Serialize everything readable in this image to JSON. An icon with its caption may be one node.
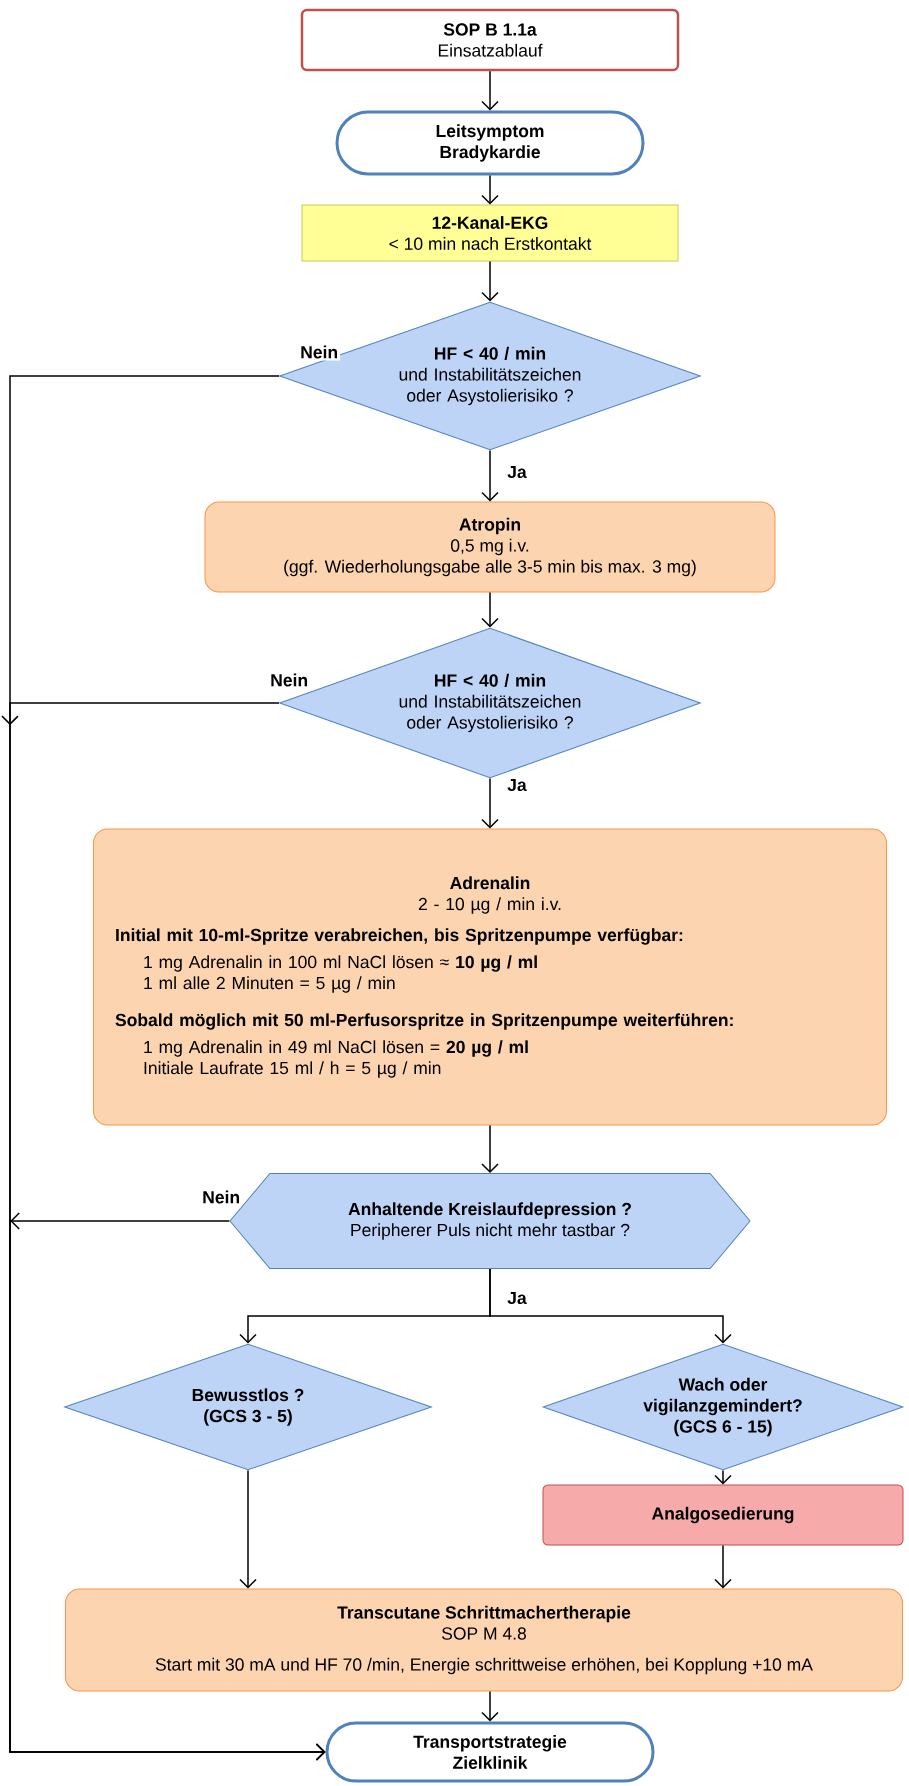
{
  "diagram": {
    "nodes": [
      {
        "text": [
          "SOP B 1.1a",
          "Einsatzablauf"
        ]
      },
      {
        "text": [
          "Leitsymptom",
          "Bradykardie"
        ]
      },
      {
        "text": [
          "12-Kanal-EKG",
          "< 10 min nach Erstkontakt"
        ]
      },
      {
        "text": [
          "HF < 40 / min",
          "und Instabilitätszeichen oder Asystolierisiko ?"
        ]
      },
      {
        "text": [
          "Atropin",
          "0,5 mg i.v.",
          "(ggf. Wiederholungsgabe alle 3-5 min bis max. 3 mg)"
        ]
      },
      {
        "text": [
          "HF < 40 / min",
          "und Instabilitätszeichen oder Asystolierisiko ?"
        ]
      },
      {
        "text": [
          "Adrenalin",
          "2 - 10 µg / min i.v.",
          "Initial mit 10-ml-Spritze verabreichen, bis Spritzenpumpe verfügbar:",
          "1 mg Adrenalin in 100 ml NaCl lösen ≈ **10 µg / ml**",
          "1 ml alle 2 Minuten = 5 µg / min",
          "Sobald möglich mit 50 ml-Perfusorspritze in Spritzenpumpe weiterführen:",
          "1 mg Adrenalin in 49 ml NaCl lösen = **20 µg / ml**",
          "Initiale Laufrate 15 ml / h = 5 µg / min"
        ]
      },
      {
        "text": [
          "Anhaltende Kreislaufdepression ?",
          "Peripherer Puls nicht mehr tastbar ?"
        ]
      },
      {
        "text": [
          "Bewusstlos ?",
          "(GCS 3 - 5)"
        ]
      },
      {
        "text": [
          "Wach oder",
          "vigilanzgemindert?",
          "(GCS 6 - 15)"
        ]
      },
      {
        "text": [
          "Analgosedierung"
        ]
      },
      {
        "text": [
          "Transcutane Schrittmachertherapie",
          "SOP M 4.8",
          "Start mit 30 mA und HF 70 /min, Energie schrittweise erhöhen, bei Kopplung +10 mA"
        ]
      },
      {
        "text": [
          "Transportstrategie",
          "Zielklinik"
        ]
      }
    ],
    "edges": [
      {
        "from": 0,
        "to": 1,
        "arrow": "to"
      },
      {
        "from": 1,
        "to": 2,
        "arrow": "to"
      },
      {
        "from": 2,
        "to": 3,
        "arrow": "to"
      },
      {
        "from": 3,
        "to": 4,
        "arrow": "to",
        "label": "Ja"
      },
      {
        "from": 3,
        "to": 12,
        "arrow": "to",
        "label": "Nein"
      },
      {
        "from": 4,
        "to": 5,
        "arrow": "to"
      },
      {
        "from": 5,
        "to": 6,
        "arrow": "to",
        "label": "Ja"
      },
      {
        "from": 5,
        "to": 12,
        "arrow": "to",
        "label": "Nein"
      },
      {
        "from": 6,
        "to": 7,
        "arrow": "to"
      },
      {
        "from": 7,
        "to": 12,
        "arrow": "to",
        "label": "Nein"
      },
      {
        "from": 7,
        "to": 8,
        "arrow": "to",
        "label": "Ja"
      },
      {
        "from": 7,
        "to": 9,
        "arrow": "to"
      },
      {
        "from": 8,
        "to": 11,
        "arrow": "to"
      },
      {
        "from": 9,
        "to": 10,
        "arrow": "to"
      },
      {
        "from": 10,
        "to": 11,
        "arrow": "to"
      },
      {
        "from": 11,
        "to": 12,
        "arrow": "to"
      }
    ]
  }
}
